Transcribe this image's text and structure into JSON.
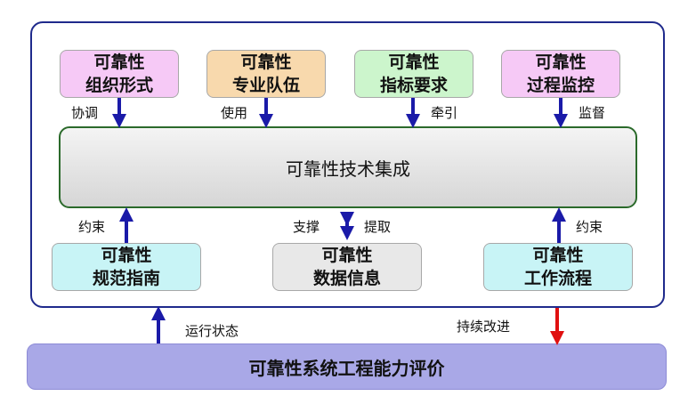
{
  "top_boxes": [
    {
      "line1": "可靠性",
      "line2": "组织形式",
      "color": "#f6c9f6"
    },
    {
      "line1": "可靠性",
      "line2": "专业队伍",
      "color": "#f8d9ad"
    },
    {
      "line1": "可靠性",
      "line2": "指标要求",
      "color": "#ccf5cc"
    },
    {
      "line1": "可靠性",
      "line2": "过程监控",
      "color": "#f6c9f6"
    }
  ],
  "top_labels": [
    "协调",
    "使用",
    "牵引",
    "监督"
  ],
  "core_title": "可靠性技术集成",
  "bottom_boxes": [
    {
      "line1": "可靠性",
      "line2": "规范指南",
      "color": "#c8f4f6"
    },
    {
      "line1": "可靠性",
      "line2": "数据信息",
      "color": "#e8e8e8"
    },
    {
      "line1": "可靠性",
      "line2": "工作流程",
      "color": "#c8f4f6"
    }
  ],
  "bottom_labels": {
    "left": "约束",
    "mid_left": "支撑",
    "mid_right": "提取",
    "right": "约束"
  },
  "outer_labels": {
    "up": "运行状态",
    "down": "持续改进"
  },
  "evaluation_title": "可靠性系统工程能力评价",
  "colors": {
    "frame": "#1f2a8c",
    "arrow_blue": "#1a1aa8",
    "arrow_red": "#e01010",
    "core_border": "#2b6a2b",
    "bar": "#a9a8e7"
  }
}
